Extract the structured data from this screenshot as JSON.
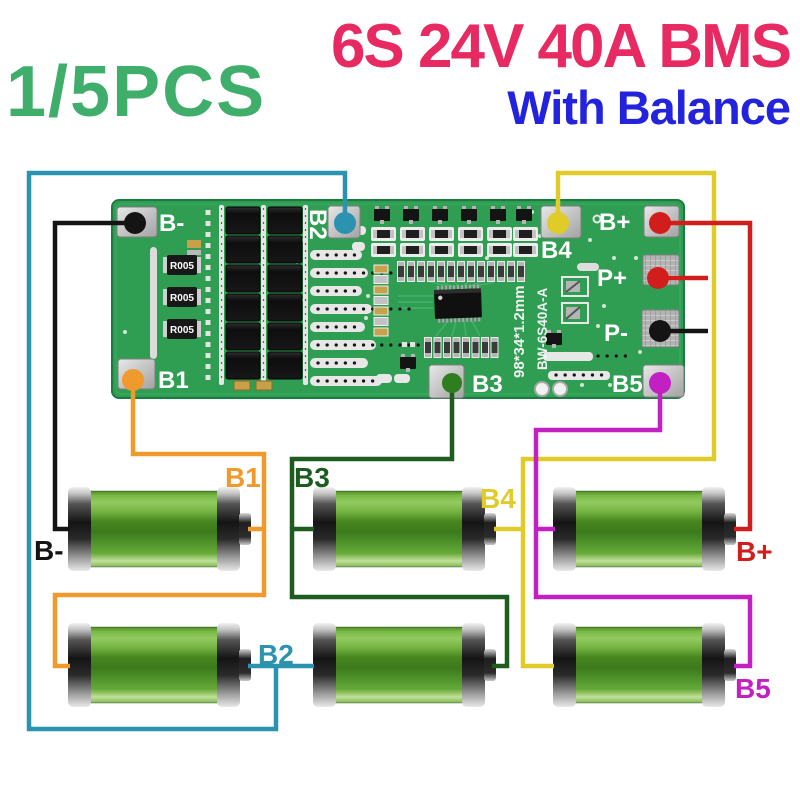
{
  "header": {
    "pcs_label": "1/5PCS",
    "title": "6S 24V 40A BMS",
    "subtitle": "With Balance"
  },
  "pcb": {
    "silkscreen": {
      "b_minus": "B-",
      "b1": "B1",
      "b2": "B2",
      "b3": "B3",
      "b4": "B4",
      "b5": "B5",
      "b_plus": "B+",
      "p_plus": "P+",
      "p_minus": "P-",
      "shunt": "R005",
      "size_text": "98*34*1.2mm",
      "model_text": "BW-6S40A-A"
    }
  },
  "wiring_labels": {
    "b_minus": "B-",
    "b1": "B1",
    "b2": "B2",
    "b3": "B3",
    "b4": "B4",
    "b5": "B5",
    "b_plus": "B+"
  },
  "colors": {
    "pcs_green": "#3fae6a",
    "title_pink": "#e82a62",
    "subtitle_blue": "#2323dd",
    "board_green": "#2f9e53",
    "wire_black": "#141414",
    "wire_orange": "#f09a2e",
    "wire_teal": "#2b93af",
    "wire_green": "#1d5c1e",
    "wire_yellow": "#e0cc28",
    "wire_red": "#d21d1d",
    "wire_magenta": "#c320c3",
    "dot_b3_green": "#2e7d1e"
  }
}
